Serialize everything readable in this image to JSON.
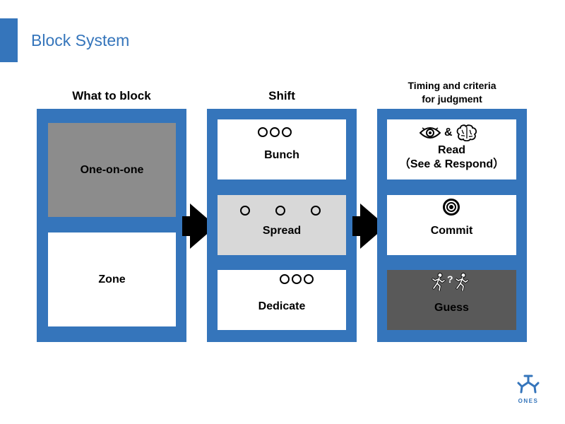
{
  "slide": {
    "title": "Block System"
  },
  "columns": [
    {
      "heading": "What to block",
      "cells": [
        "One-on-one",
        "Zone"
      ]
    },
    {
      "heading": "Shift",
      "cells": [
        "Bunch",
        "Spread",
        "Dedicate"
      ]
    },
    {
      "heading_line1": "Timing and criteria",
      "heading_line2": "for judgment",
      "cells": [
        {
          "label_line1": "Read",
          "label_line2": "（See & Respond）"
        },
        {
          "label": "Commit"
        },
        {
          "label": "Guess"
        }
      ],
      "read_icon_separator": "&",
      "guess_icon_symbol": "?"
    }
  ],
  "icons": [
    "eye-icon",
    "brain-icon",
    "target-icon",
    "running-person-icon"
  ],
  "colors": {
    "accent": "#3575bb",
    "gray_cell": "#8c8c8c",
    "light_gray_cell": "#d8d8d8",
    "dark_gray_cell": "#595959"
  },
  "logo": {
    "text": "ONES"
  }
}
